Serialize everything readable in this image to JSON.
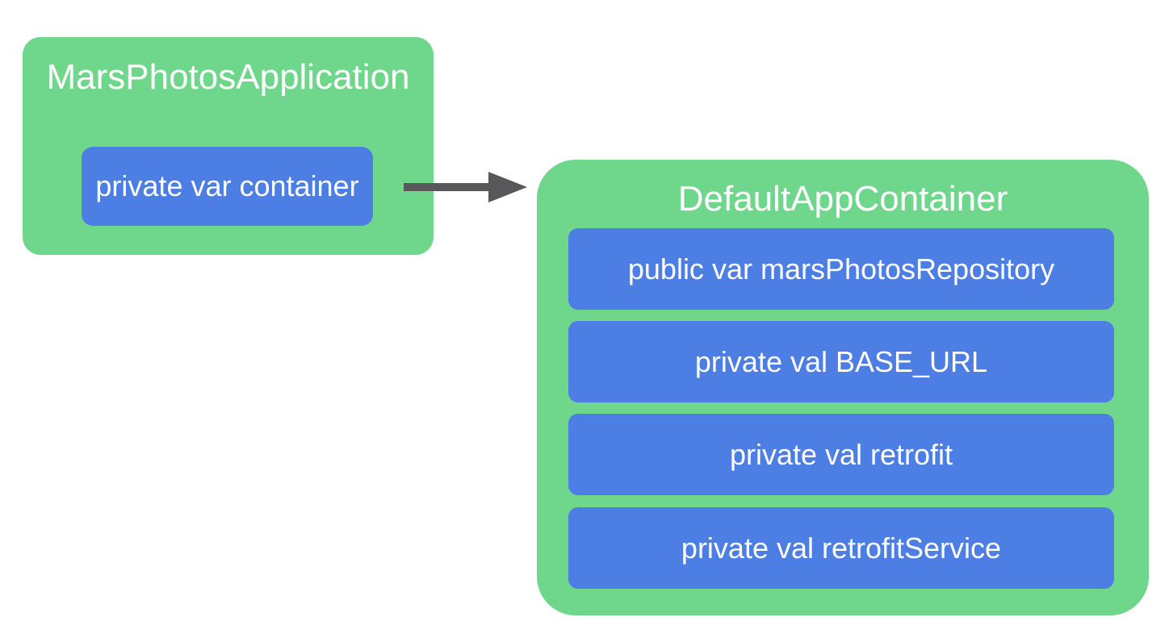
{
  "colors": {
    "container_green": "#6fd78c",
    "field_blue": "#4d7ee4",
    "arrow_gray": "#58585b",
    "text_white": "#ffffff",
    "background": "#ffffff"
  },
  "application_box": {
    "title": "MarsPhotosApplication",
    "fields": [
      {
        "label": "private var container"
      }
    ]
  },
  "container_box": {
    "title": "DefaultAppContainer",
    "fields": [
      {
        "label": "public var marsPhotosRepository"
      },
      {
        "label": "private val BASE_URL"
      },
      {
        "label": "private val retrofit"
      },
      {
        "label": "private val retrofitService"
      }
    ]
  },
  "arrow": {
    "from": "private var container",
    "to": "DefaultAppContainer"
  }
}
